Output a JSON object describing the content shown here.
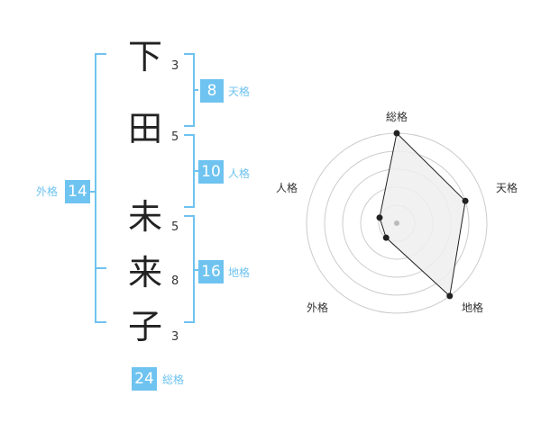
{
  "name": {
    "characters": [
      {
        "char": "下",
        "strokes": "3"
      },
      {
        "char": "田",
        "strokes": "5"
      },
      {
        "char": "未",
        "strokes": "5"
      },
      {
        "char": "来",
        "strokes": "8"
      },
      {
        "char": "子",
        "strokes": "3"
      }
    ]
  },
  "fortunes": {
    "tenkaku": {
      "label": "天格",
      "value": "8"
    },
    "jinkaku": {
      "label": "人格",
      "value": "10"
    },
    "chikaku": {
      "label": "地格",
      "value": "16"
    },
    "gaikaku": {
      "label": "外格",
      "value": "14"
    },
    "soukaku": {
      "label": "総格",
      "value": "24"
    }
  },
  "radar": {
    "axes": [
      "総格",
      "天格",
      "地格",
      "外格",
      "人格"
    ],
    "levels": 5,
    "values": [
      5,
      4,
      5,
      1,
      1
    ],
    "colors": {
      "grid": "#cccccc",
      "fill": "#eeeeee",
      "line": "#222222",
      "point": "#222222",
      "center": "#bbbbbb"
    }
  },
  "colors": {
    "accent": "#6ec3f0"
  }
}
